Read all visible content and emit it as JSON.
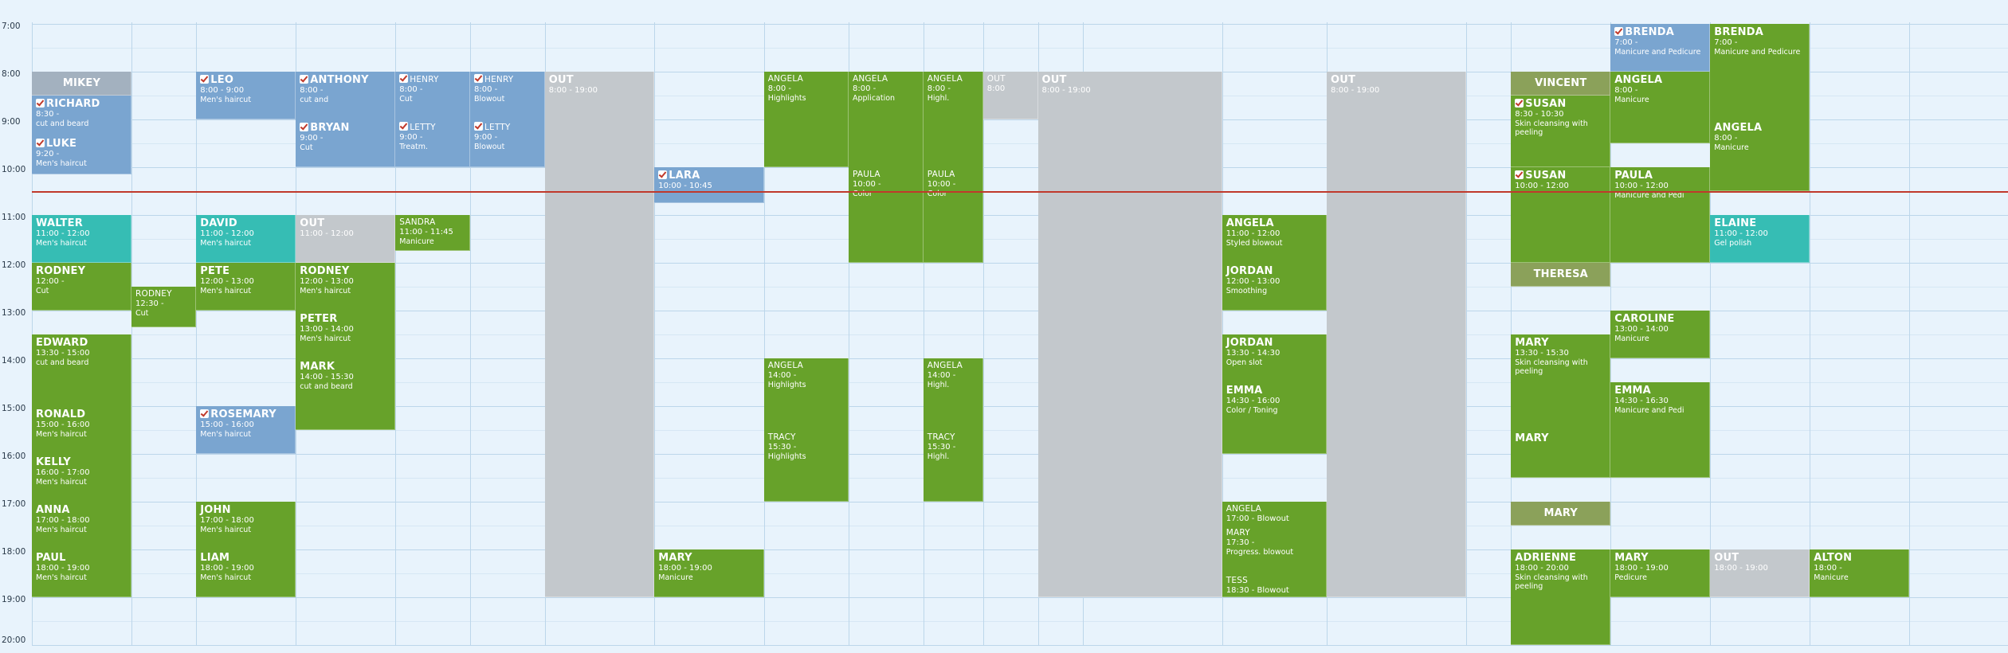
{
  "colors": {
    "green": "#67a22a",
    "blue": "#7aa5d0",
    "teal": "#36bdb4",
    "gray": "#c3c8cc",
    "olive": "#8ba15a",
    "slate": "#a3b1bf",
    "now_line": "#c0392b"
  },
  "icons": {
    "check": "check-icon"
  },
  "time_labels": [
    "7:00",
    "8:00",
    "9:00",
    "10:00",
    "11:00",
    "12:00",
    "13:00",
    "14:00",
    "15:00",
    "16:00",
    "17:00",
    "18:00",
    "19:00",
    "20:00"
  ],
  "now_time": 10.5,
  "columns": [
    {
      "start": 0.0,
      "end": 1.0
    },
    {
      "start": 1.0,
      "end": 1.65
    },
    {
      "start": 1.65,
      "end": 2.65
    },
    {
      "start": 2.65,
      "end": 3.65
    },
    {
      "start": 3.65,
      "end": 4.4
    },
    {
      "start": 4.4,
      "end": 5.15
    },
    {
      "start": 5.15,
      "end": 6.25
    },
    {
      "start": 6.25,
      "end": 7.35
    },
    {
      "start": 7.35,
      "end": 8.2
    },
    {
      "start": 8.2,
      "end": 8.95
    },
    {
      "start": 8.95,
      "end": 9.55
    },
    {
      "start": 9.55,
      "end": 10.1
    },
    {
      "start": 10.1,
      "end": 10.55
    },
    {
      "start": 10.55,
      "end": 11.95
    },
    {
      "start": 11.95,
      "end": 13.0
    },
    {
      "start": 13.0,
      "end": 14.4
    },
    {
      "start": 14.4,
      "end": 14.85
    },
    {
      "start": 14.85,
      "end": 15.85
    },
    {
      "start": 15.85,
      "end": 16.85
    },
    {
      "start": 16.85,
      "end": 17.85
    },
    {
      "start": 17.85,
      "end": 18.85
    },
    {
      "start": 18.85,
      "end": 19.85
    },
    {
      "start": 19.85,
      "end": 20.85
    },
    {
      "start": 20.85,
      "end": 21.5
    },
    {
      "start": 21.5,
      "end": 22.5
    },
    {
      "start": 22.5,
      "end": 23.5
    }
  ],
  "events": [
    {
      "col": 0,
      "span": 1,
      "start": 8,
      "end": 8.5,
      "color": "slate",
      "header": true,
      "entries": [
        {
          "name": "MIKEY"
        }
      ]
    },
    {
      "col": 0,
      "span": 1,
      "start": 8.5,
      "end": 10.15,
      "color": "blue",
      "entries": [
        {
          "at": 8.5,
          "name": "RICHARD",
          "check": true,
          "time": "8:30 -",
          "service": "cut and beard"
        },
        {
          "at": 9.33,
          "name": "LUKE",
          "check": true,
          "time": "9:20 -",
          "service": "Men's haircut"
        }
      ]
    },
    {
      "col": 0,
      "span": 1,
      "start": 11,
      "end": 12,
      "color": "teal",
      "entries": [
        {
          "name": "WALTER",
          "time": "11:00 - 12:00",
          "service": "Men's haircut"
        }
      ]
    },
    {
      "col": 0,
      "span": 1,
      "start": 12,
      "end": 13,
      "color": "green",
      "entries": [
        {
          "name": "RODNEY",
          "time": "12:00 -",
          "service": "Cut"
        }
      ]
    },
    {
      "col": 0,
      "span": 1,
      "start": 13.5,
      "end": 19,
      "color": "green",
      "entries": [
        {
          "at": 13.5,
          "name": "EDWARD",
          "time": "13:30 - 15:00",
          "service": "cut and beard"
        },
        {
          "at": 15,
          "name": "RONALD",
          "time": "15:00 - 16:00",
          "service": "Men's haircut"
        },
        {
          "at": 16,
          "name": "KELLY",
          "time": "16:00 - 17:00",
          "service": "Men's haircut"
        },
        {
          "at": 17,
          "name": "ANNA",
          "time": "17:00 - 18:00",
          "service": "Men's haircut"
        },
        {
          "at": 18,
          "name": "PAUL",
          "time": "18:00 - 19:00",
          "service": "Men's haircut"
        }
      ]
    },
    {
      "col": 1,
      "span": 1,
      "start": 12.5,
      "end": 13.35,
      "color": "green",
      "entries": [
        {
          "name": "RODNEY",
          "small": true,
          "time": "12:30 -",
          "service": "Cut"
        }
      ]
    },
    {
      "col": 2,
      "span": 1,
      "start": 8,
      "end": 9,
      "color": "blue",
      "entries": [
        {
          "name": "LEO",
          "check": true,
          "time": "8:00 - 9:00",
          "service": "Men's haircut"
        }
      ]
    },
    {
      "col": 2,
      "span": 1,
      "start": 11,
      "end": 12,
      "color": "teal",
      "entries": [
        {
          "name": "DAVID",
          "time": "11:00 - 12:00",
          "service": "Men's haircut"
        }
      ]
    },
    {
      "col": 2,
      "span": 1,
      "start": 12,
      "end": 13,
      "color": "green",
      "entries": [
        {
          "name": "PETE",
          "time": "12:00 - 13:00",
          "service": "Men's haircut"
        }
      ]
    },
    {
      "col": 2,
      "span": 1,
      "start": 15,
      "end": 16,
      "color": "blue",
      "entries": [
        {
          "name": "ROSEMARY",
          "check": true,
          "time": "15:00 - 16:00",
          "service": "Men's haircut"
        }
      ]
    },
    {
      "col": 2,
      "span": 1,
      "start": 17,
      "end": 19,
      "color": "green",
      "entries": [
        {
          "at": 17,
          "name": "JOHN",
          "time": "17:00 - 18:00",
          "service": "Men's haircut"
        },
        {
          "at": 18,
          "name": "LIAM",
          "time": "18:00 - 19:00",
          "service": "Men's haircut"
        }
      ]
    },
    {
      "col": 3,
      "span": 1,
      "start": 8,
      "end": 10,
      "color": "blue",
      "entries": [
        {
          "at": 8,
          "name": "ANTHONY",
          "check": true,
          "time": "8:00 -",
          "service": "cut and"
        },
        {
          "at": 9,
          "name": "BRYAN",
          "check": true,
          "time": "9:00 -",
          "service": "Cut"
        }
      ]
    },
    {
      "col": 3,
      "span": 1,
      "start": 11,
      "end": 12,
      "color": "gray",
      "entries": [
        {
          "name": "OUT",
          "time": "11:00 - 12:00"
        }
      ]
    },
    {
      "col": 3,
      "span": 1,
      "start": 12,
      "end": 15.5,
      "color": "green",
      "entries": [
        {
          "at": 12,
          "name": "RODNEY",
          "time": "12:00 - 13:00",
          "service": "Men's haircut"
        },
        {
          "at": 13,
          "name": "PETER",
          "time": "13:00 - 14:00",
          "service": "Men's haircut"
        },
        {
          "at": 14,
          "name": "MARK",
          "time": "14:00 - 15:30",
          "service": "cut and beard"
        }
      ]
    },
    {
      "col": 4,
      "span": 1,
      "start": 8,
      "end": 10,
      "color": "blue",
      "entries": [
        {
          "at": 8,
          "name": "HENRY",
          "small": true,
          "check": true,
          "time": "8:00 -",
          "service": "Cut"
        },
        {
          "at": 9,
          "name": "LETTY",
          "small": true,
          "check": true,
          "time": "9:00 -",
          "service": "Treatm."
        }
      ]
    },
    {
      "col": 4,
      "span": 1,
      "start": 11,
      "end": 11.75,
      "color": "green",
      "entries": [
        {
          "name": "SANDRA",
          "small": true,
          "time": "11:00 - 11:45",
          "service": "Manicure"
        }
      ]
    },
    {
      "col": 5,
      "span": 1,
      "start": 8,
      "end": 10,
      "color": "blue",
      "entries": [
        {
          "at": 8,
          "name": "HENRY",
          "small": true,
          "check": true,
          "time": "8:00 -",
          "service": "Blowout"
        },
        {
          "at": 9,
          "name": "LETTY",
          "small": true,
          "check": true,
          "time": "9:00 -",
          "service": "Blowout"
        }
      ]
    },
    {
      "col": 6,
      "span": 1,
      "start": 8,
      "end": 19,
      "color": "gray",
      "entries": [
        {
          "name": "OUT",
          "time": "8:00 - 19:00"
        }
      ]
    },
    {
      "col": 7,
      "span": 1,
      "start": 10,
      "end": 10.75,
      "color": "blue",
      "entries": [
        {
          "name": "LARA",
          "check": true,
          "time": "10:00 - 10:45"
        }
      ]
    },
    {
      "col": 7,
      "span": 1,
      "start": 18,
      "end": 19,
      "color": "green",
      "entries": [
        {
          "name": "MARY",
          "time": "18:00 - 19:00",
          "service": "Manicure"
        }
      ]
    },
    {
      "col": 8,
      "span": 1,
      "start": 8,
      "end": 10,
      "color": "green",
      "entries": [
        {
          "name": "ANGELA",
          "small": true,
          "time": "8:00 -",
          "service": "Highlights"
        }
      ]
    },
    {
      "col": 8,
      "span": 1,
      "start": 14,
      "end": 17,
      "color": "green",
      "entries": [
        {
          "at": 14,
          "name": "ANGELA",
          "small": true,
          "time": "14:00 -",
          "service": "Highlights"
        },
        {
          "at": 15.5,
          "name": "TRACY",
          "small": true,
          "time": "15:30 -",
          "service": "Highlights"
        }
      ]
    },
    {
      "col": 9,
      "span": 1,
      "start": 8,
      "end": 12,
      "color": "green",
      "entries": [
        {
          "at": 8,
          "name": "ANGELA",
          "small": true,
          "time": "8:00 -",
          "service": "Application"
        },
        {
          "at": 10,
          "name": "PAULA",
          "small": true,
          "time": "10:00 -",
          "service": "Color"
        }
      ]
    },
    {
      "col": 10,
      "span": 1,
      "start": 8,
      "end": 12,
      "color": "green",
      "entries": [
        {
          "at": 8,
          "name": "ANGELA",
          "small": true,
          "time": "8:00 -",
          "service": "Highl."
        },
        {
          "at": 10,
          "name": "PAULA",
          "small": true,
          "time": "10:00 -",
          "service": "Color"
        }
      ]
    },
    {
      "col": 10,
      "span": 1,
      "start": 14,
      "end": 17,
      "color": "green",
      "entries": [
        {
          "at": 14,
          "name": "ANGELA",
          "small": true,
          "time": "14:00 -",
          "service": "Highl."
        },
        {
          "at": 15.5,
          "name": "TRACY",
          "small": true,
          "time": "15:30 -",
          "service": "Highl."
        }
      ]
    },
    {
      "col": 11,
      "span": 1,
      "start": 8,
      "end": 9,
      "color": "gray",
      "entries": [
        {
          "name": "OUT",
          "small": true,
          "time": "8:00"
        }
      ]
    },
    {
      "col": 12,
      "span": 2,
      "start": 8,
      "end": 19,
      "color": "gray",
      "entries": [
        {
          "name": "OUT",
          "time": "8:00 - 19:00"
        }
      ]
    },
    {
      "col": 14,
      "span": 1,
      "start": 11,
      "end": 13,
      "color": "green",
      "entries": [
        {
          "at": 11,
          "name": "ANGELA",
          "time": "11:00 - 12:00",
          "service": "Styled blowout"
        },
        {
          "at": 12,
          "name": "JORDAN",
          "time": "12:00 - 13:00",
          "service": "Smoothing"
        }
      ]
    },
    {
      "col": 14,
      "span": 1,
      "start": 13.5,
      "end": 16,
      "color": "green",
      "entries": [
        {
          "at": 13.5,
          "name": "JORDAN",
          "time": "13:30 - 14:30",
          "service": "Open slot"
        },
        {
          "at": 14.5,
          "name": "EMMA",
          "time": "14:30 - 16:00",
          "service": "Color / Toning"
        }
      ]
    },
    {
      "col": 14,
      "span": 1,
      "start": 17,
      "end": 19,
      "color": "green",
      "entries": [
        {
          "at": 17,
          "name": "ANGELA",
          "small": true,
          "time": "17:00 - Blowout"
        },
        {
          "at": 17.5,
          "name": "MARY",
          "small": true,
          "time": "17:30 -",
          "service": "Progress. blowout"
        },
        {
          "at": 18.5,
          "name": "TESS",
          "small": true,
          "time": "18:30 - Blowout"
        }
      ]
    },
    {
      "col": 15,
      "span": 1,
      "start": 8,
      "end": 19,
      "color": "gray",
      "entries": [
        {
          "name": "OUT",
          "time": "8:00 - 19:00"
        }
      ]
    },
    {
      "col": 17,
      "span": 1,
      "start": 8,
      "end": 8.5,
      "color": "olive",
      "header": true,
      "entries": [
        {
          "name": "VINCENT"
        }
      ]
    },
    {
      "col": 17,
      "span": 1,
      "start": 8.5,
      "end": 10,
      "color": "green",
      "entries": [
        {
          "name": "SUSAN",
          "check": true,
          "time": "8:30 - 10:30",
          "service": "Skin cleansing with peeling"
        }
      ]
    },
    {
      "col": 17,
      "span": 1,
      "start": 10,
      "end": 12,
      "color": "green",
      "entries": [
        {
          "name": "SUSAN",
          "check": true,
          "time": "10:00 - 12:00"
        }
      ]
    },
    {
      "col": 17,
      "span": 1,
      "start": 12,
      "end": 12.5,
      "color": "olive",
      "header": true,
      "entries": [
        {
          "name": "THERESA"
        }
      ]
    },
    {
      "col": 17,
      "span": 1,
      "start": 13.5,
      "end": 16.5,
      "color": "green",
      "entries": [
        {
          "at": 13.5,
          "name": "MARY",
          "time": "13:30 - 15:30",
          "service": "Skin cleansing with peeling"
        },
        {
          "at": 15.5,
          "name": "MARY"
        }
      ]
    },
    {
      "col": 17,
      "span": 1,
      "start": 17,
      "end": 17.5,
      "color": "olive",
      "header": true,
      "entries": [
        {
          "name": "MARY"
        }
      ]
    },
    {
      "col": 17,
      "span": 1,
      "start": 18,
      "end": 20,
      "color": "green",
      "entries": [
        {
          "name": "ADRIENNE",
          "time": "18:00 - 20:00",
          "service": "Skin cleansing with peeling"
        }
      ]
    },
    {
      "col": 18,
      "span": 1,
      "start": 8,
      "end": 9.5,
      "color": "green",
      "entries": [
        {
          "name": "ANGELA",
          "time": "8:00 -",
          "service": "Manicure"
        }
      ]
    },
    {
      "col": 18,
      "span": 1,
      "start": 10,
      "end": 12,
      "color": "green",
      "entries": [
        {
          "name": "PAULA",
          "time": "10:00 - 12:00",
          "service": "Manicure and Pedi"
        }
      ]
    },
    {
      "col": 18,
      "span": 1,
      "start": 13,
      "end": 14,
      "color": "green",
      "entries": [
        {
          "name": "CAROLINE",
          "time": "13:00 - 14:00",
          "service": "Manicure"
        }
      ]
    },
    {
      "col": 18,
      "span": 1,
      "start": 14.5,
      "end": 16.5,
      "color": "green",
      "entries": [
        {
          "name": "EMMA",
          "time": "14:30 - 16:30",
          "service": "Manicure and Pedi"
        }
      ]
    },
    {
      "col": 18,
      "span": 1,
      "start": 18,
      "end": 19,
      "color": "green",
      "entries": [
        {
          "name": "MARY",
          "time": "18:00 - 19:00",
          "service": "Pedicure"
        }
      ]
    },
    {
      "col": 18,
      "span": 1,
      "start": 7,
      "end": 8,
      "color": "blue",
      "entries": [
        {
          "name": "BRENDA",
          "check": true,
          "time": "7:00 -",
          "service": "Manicure and Pedicure"
        }
      ]
    },
    {
      "col": 19,
      "span": 1,
      "start": 7,
      "end": 10.5,
      "color": "green",
      "entries": [
        {
          "at": 7,
          "name": "BRENDA",
          "time": "7:00 -",
          "service": "Manicure and Pedicure"
        },
        {
          "at": 9,
          "name": "ANGELA",
          "time": "8:00 -",
          "service": "Manicure"
        }
      ]
    },
    {
      "col": 19,
      "span": 1,
      "start": 11,
      "end": 12,
      "color": "teal",
      "entries": [
        {
          "name": "ELAINE",
          "time": "11:00 - 12:00",
          "service": "Gel polish"
        }
      ]
    },
    {
      "col": 19,
      "span": 1,
      "start": 18,
      "end": 19,
      "color": "gray",
      "entries": [
        {
          "name": "OUT",
          "time": "18:00 - 19:00"
        }
      ]
    },
    {
      "col": 20,
      "span": 1,
      "start": 18,
      "end": 19,
      "color": "green",
      "entries": [
        {
          "name": "ALTON",
          "time": "18:00 -",
          "service": "Manicure"
        }
      ]
    },
    {
      "col": 22,
      "span": 1,
      "start": 8,
      "end": 19,
      "color": "gray",
      "entries": [
        {
          "name": "OUT",
          "time": "8:00 - 19:00"
        }
      ]
    }
  ]
}
